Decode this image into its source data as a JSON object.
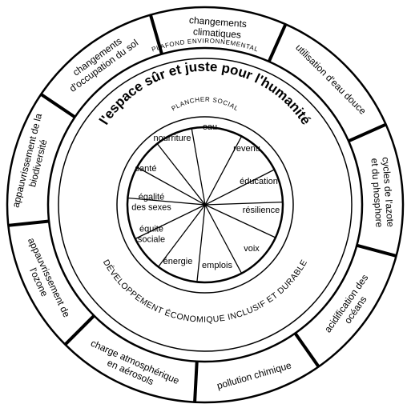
{
  "outer_ring": {
    "segments": [
      [
        "changements",
        "climatiques"
      ],
      [
        "utilisation d'eau douce"
      ],
      [
        "cycles de l'azote",
        "et du phosphore"
      ],
      [
        "acidification des",
        "océans"
      ],
      [
        "pollution chimique"
      ],
      [
        "charge atmosphérique",
        "en aérosols"
      ],
      [
        "appauvrissement de",
        "l'ozone"
      ],
      [
        "appauvrissement de la",
        "biodiversité"
      ],
      [
        "changements",
        "d'occupation du sol"
      ]
    ]
  },
  "ceiling_label": "PLAFOND ENVIRONNEMENTAL",
  "title": "l'espace sûr et juste pour l'humanité",
  "floor_label": "PLANCHER SOCIAL",
  "inner_wedges": {
    "labels": [
      [
        "eau"
      ],
      [
        "revenu"
      ],
      [
        "éducation"
      ],
      [
        "résilience"
      ],
      [
        "voix"
      ],
      [
        "emplois"
      ],
      [
        "énergie"
      ],
      [
        "équité",
        "sociale"
      ],
      [
        "égalité",
        "des sexes"
      ],
      [
        "santé"
      ],
      [
        "nourriture"
      ]
    ]
  },
  "development_label": "DÉVELOPPEMENT ÉCONOMIQUE INCLUSIF ET DURABLE"
}
